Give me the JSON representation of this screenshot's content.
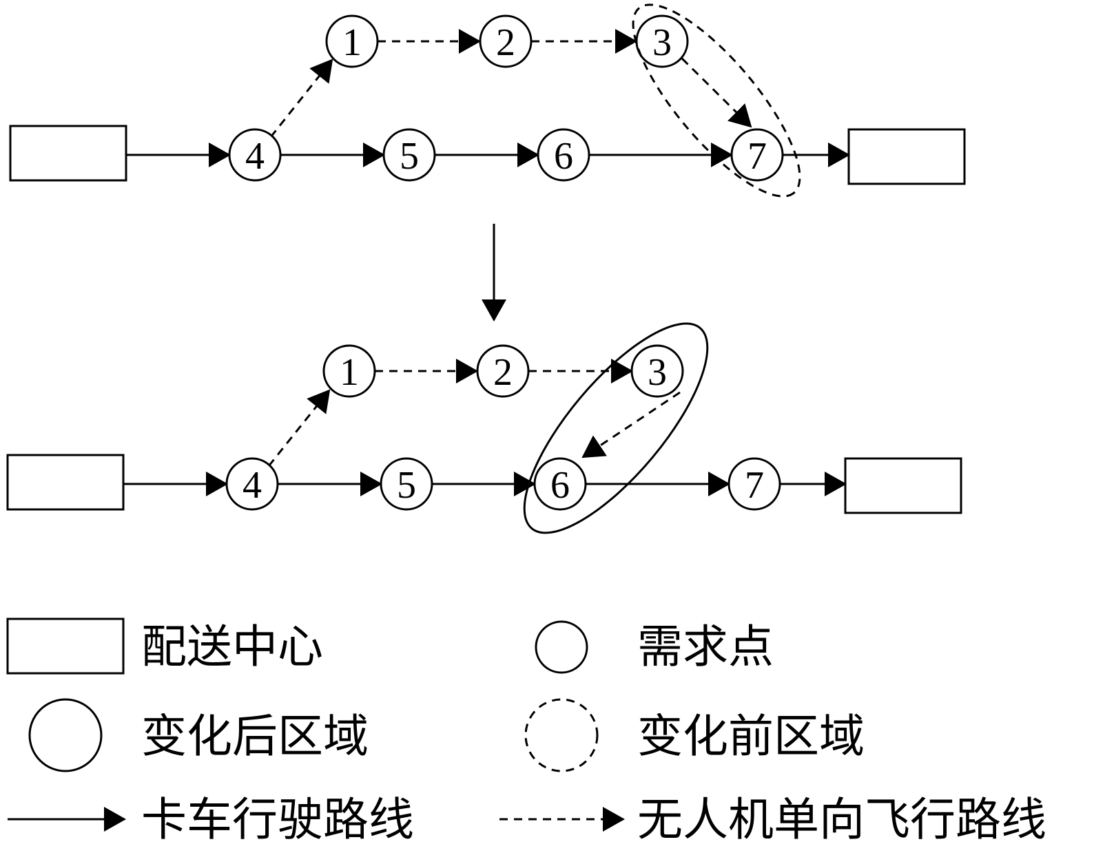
{
  "stroke_color": "#000000",
  "background": "#ffffff",
  "top_panel": {
    "nodes": [
      "1",
      "2",
      "3",
      "4",
      "5",
      "6",
      "7"
    ],
    "highlighted_region": "before-change",
    "region_members": [
      "3",
      "7"
    ]
  },
  "bottom_panel": {
    "nodes": [
      "1",
      "2",
      "3",
      "4",
      "5",
      "6",
      "7"
    ],
    "highlighted_region": "after-change",
    "region_members": [
      "3",
      "6"
    ]
  },
  "legend": {
    "depot": "配送中心",
    "demand_point": "需求点",
    "region_after": "变化后区域",
    "region_before": "变化前区域",
    "truck_route": "卡车行驶路线",
    "drone_route": "无人机单向飞行路线"
  }
}
